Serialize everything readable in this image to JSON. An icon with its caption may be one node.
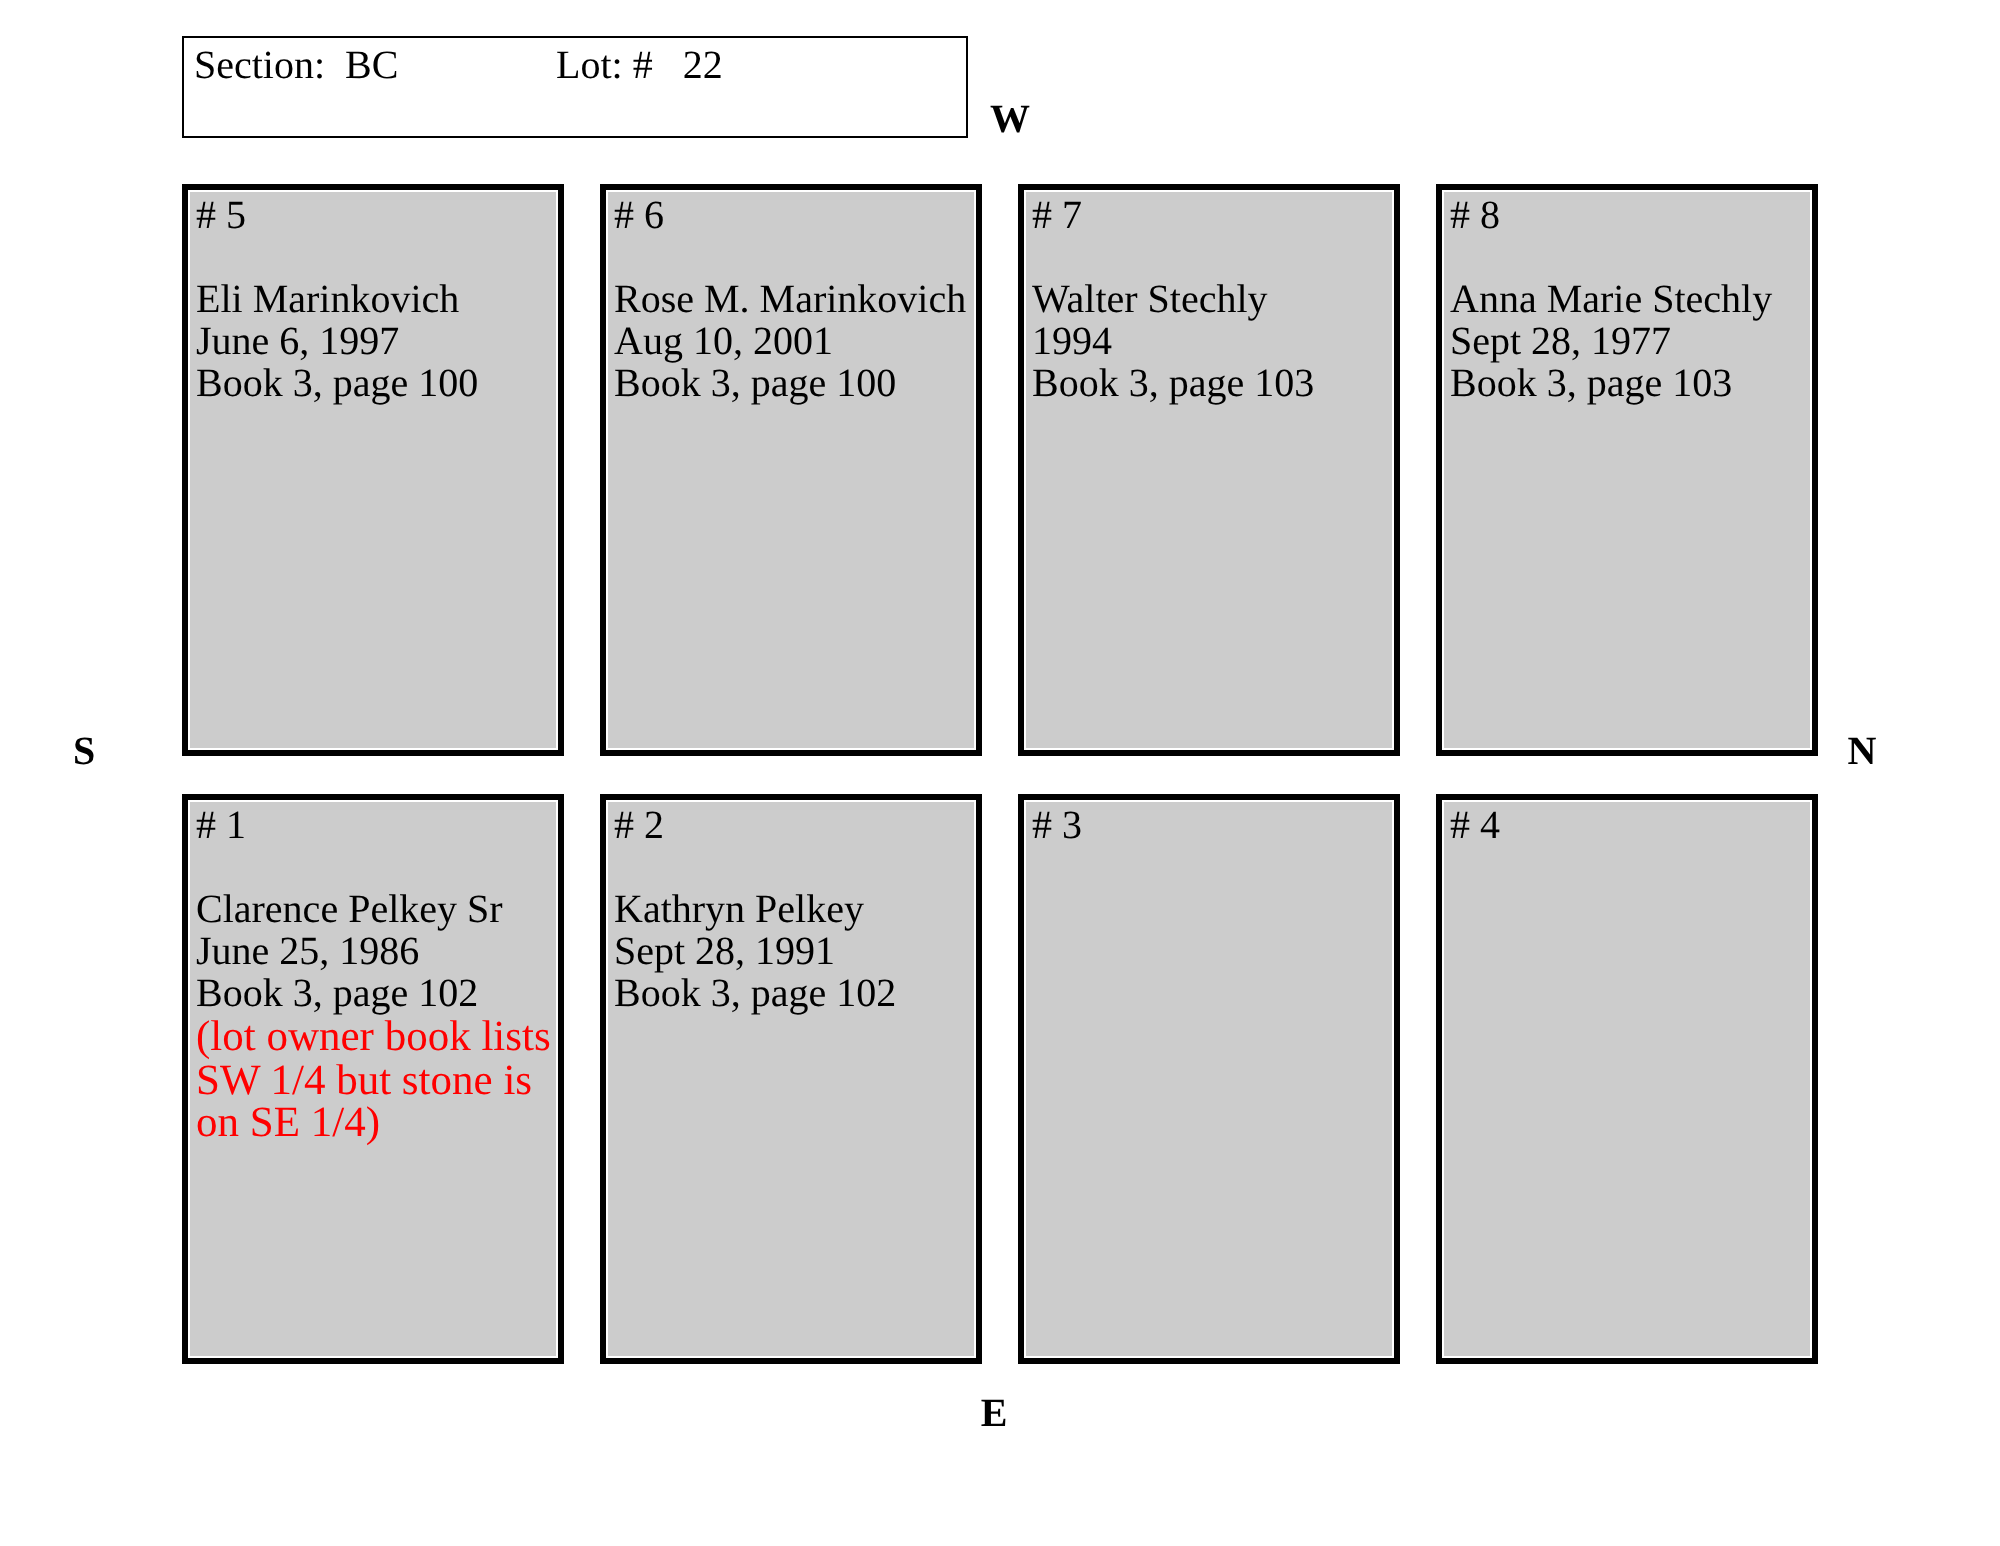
{
  "diagram": {
    "nodes": [
      {
        "text": [
          "Section:  BC",
          "Lot: #   22"
        ]
      },
      {
        "text": [
          "# 5",
          "Eli Marinkovich",
          "June 6, 1997",
          "Book 3, page 100"
        ]
      },
      {
        "text": [
          "# 6",
          "Rose M. Marinkovich",
          "Aug 10, 2001",
          "Book 3, page 100"
        ]
      },
      {
        "text": [
          "# 7",
          "Walter Stechly",
          "1994",
          "Book 3, page 103"
        ]
      },
      {
        "text": [
          "# 8",
          "Anna Marie Stechly",
          "Sept 28, 1977",
          "Book 3, page 103"
        ]
      },
      {
        "text": [
          "# 1",
          "Clarence Pelkey Sr",
          "June 25, 1986",
          "Book 3, page 102",
          "(lot owner book lists SW 1/4 but stone is on SE 1/4)"
        ]
      },
      {
        "text": [
          "# 2",
          "Kathryn Pelkey",
          "Sept 28, 1991",
          "Book 3, page 102"
        ]
      },
      {
        "text": [
          "# 3"
        ]
      },
      {
        "text": [
          "# 4"
        ]
      }
    ],
    "labels": [
      "W",
      "S",
      "N",
      "E"
    ]
  }
}
